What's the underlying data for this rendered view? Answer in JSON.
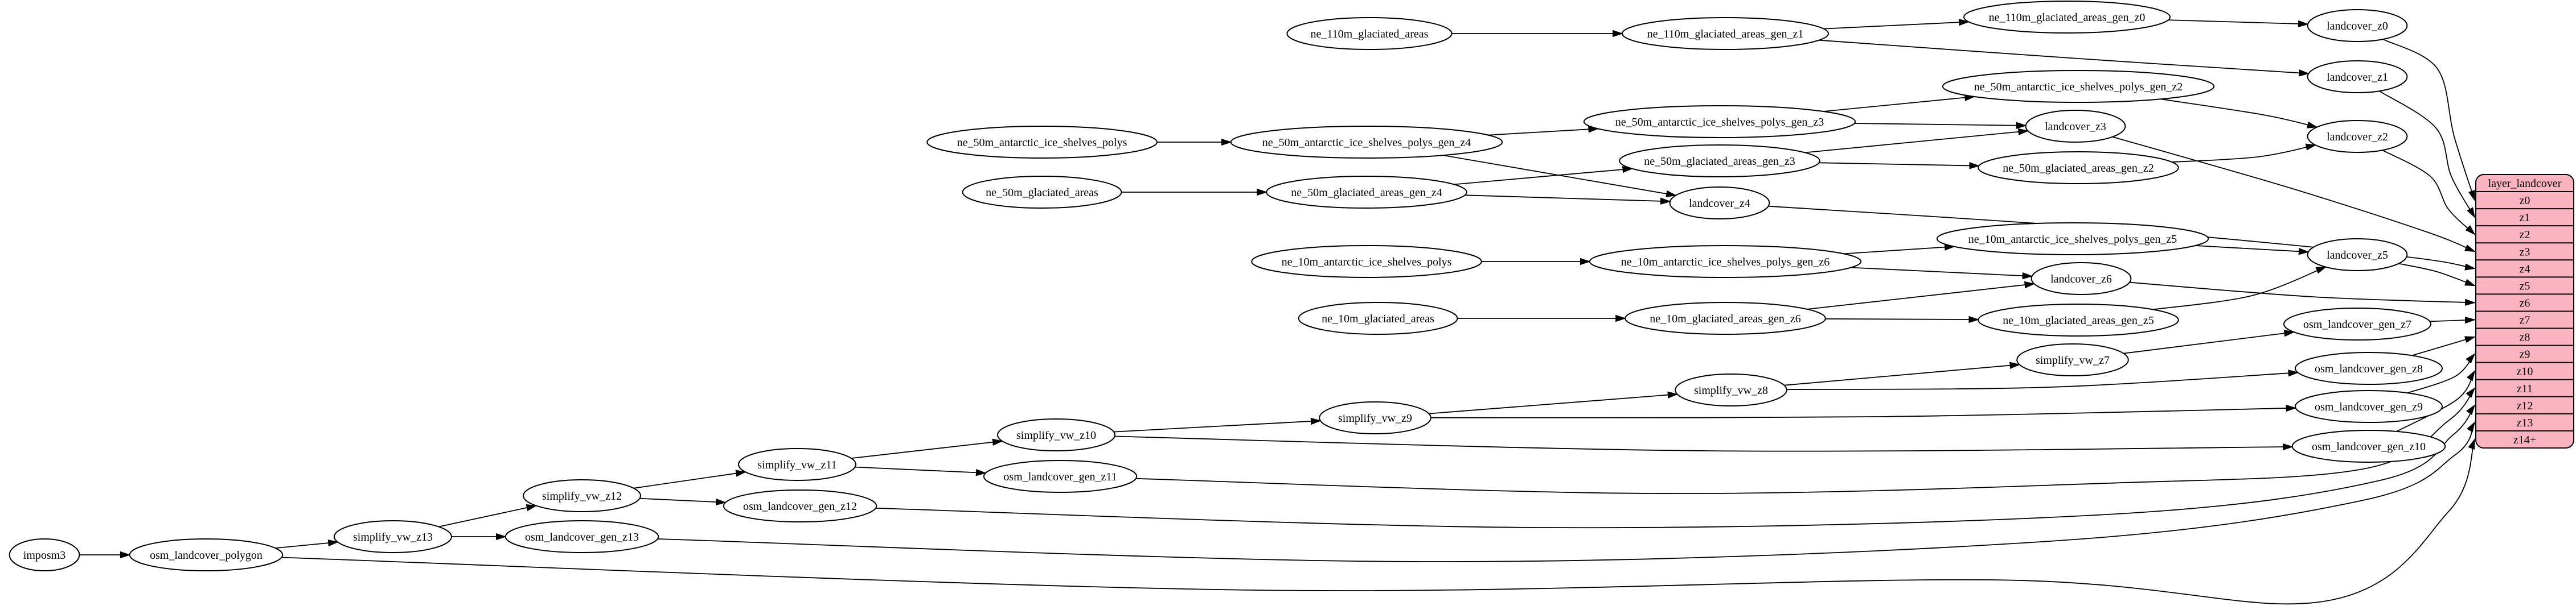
{
  "diagram": {
    "background": "#ffffff",
    "colors": {
      "node_fill": "#ffffff",
      "node_stroke": "#000000",
      "edge": "#000000",
      "table_fill": "#fab4c1",
      "table_stroke": "#000000",
      "text": "#000000"
    },
    "nodes": [
      {
        "id": "imposm3",
        "label": "imposm3"
      },
      {
        "id": "osm_landcover_polygon",
        "label": "osm_landcover_polygon"
      },
      {
        "id": "simplify_vw_z13",
        "label": "simplify_vw_z13"
      },
      {
        "id": "osm_landcover_gen_z13",
        "label": "osm_landcover_gen_z13"
      },
      {
        "id": "simplify_vw_z12",
        "label": "simplify_vw_z12"
      },
      {
        "id": "osm_landcover_gen_z12",
        "label": "osm_landcover_gen_z12"
      },
      {
        "id": "simplify_vw_z11",
        "label": "simplify_vw_z11"
      },
      {
        "id": "osm_landcover_gen_z11",
        "label": "osm_landcover_gen_z11"
      },
      {
        "id": "simplify_vw_z10",
        "label": "simplify_vw_z10"
      },
      {
        "id": "simplify_vw_z9",
        "label": "simplify_vw_z9"
      },
      {
        "id": "simplify_vw_z8",
        "label": "simplify_vw_z8"
      },
      {
        "id": "simplify_vw_z7",
        "label": "simplify_vw_z7"
      },
      {
        "id": "osm_landcover_gen_z7",
        "label": "osm_landcover_gen_z7"
      },
      {
        "id": "osm_landcover_gen_z8",
        "label": "osm_landcover_gen_z8"
      },
      {
        "id": "osm_landcover_gen_z9",
        "label": "osm_landcover_gen_z9"
      },
      {
        "id": "osm_landcover_gen_z10",
        "label": "osm_landcover_gen_z10"
      },
      {
        "id": "ne_110m_glaciated_areas",
        "label": "ne_110m_glaciated_areas"
      },
      {
        "id": "ne_110m_glaciated_areas_gen_z1",
        "label": "ne_110m_glaciated_areas_gen_z1"
      },
      {
        "id": "ne_110m_glaciated_areas_gen_z0",
        "label": "ne_110m_glaciated_areas_gen_z0"
      },
      {
        "id": "landcover_z0",
        "label": "landcover_z0"
      },
      {
        "id": "landcover_z1",
        "label": "landcover_z1"
      },
      {
        "id": "landcover_z2",
        "label": "landcover_z2"
      },
      {
        "id": "landcover_z3",
        "label": "landcover_z3"
      },
      {
        "id": "landcover_z4",
        "label": "landcover_z4"
      },
      {
        "id": "landcover_z5",
        "label": "landcover_z5"
      },
      {
        "id": "landcover_z6",
        "label": "landcover_z6"
      },
      {
        "id": "ne_50m_antarctic_ice_shelves_polys",
        "label": "ne_50m_antarctic_ice_shelves_polys"
      },
      {
        "id": "ne_50m_antarctic_ice_shelves_polys_gen_z4",
        "label": "ne_50m_antarctic_ice_shelves_polys_gen_z4"
      },
      {
        "id": "ne_50m_antarctic_ice_shelves_polys_gen_z3",
        "label": "ne_50m_antarctic_ice_shelves_polys_gen_z3"
      },
      {
        "id": "ne_50m_antarctic_ice_shelves_polys_gen_z2",
        "label": "ne_50m_antarctic_ice_shelves_polys_gen_z2"
      },
      {
        "id": "ne_50m_glaciated_areas",
        "label": "ne_50m_glaciated_areas"
      },
      {
        "id": "ne_50m_glaciated_areas_gen_z4",
        "label": "ne_50m_glaciated_areas_gen_z4"
      },
      {
        "id": "ne_50m_glaciated_areas_gen_z3",
        "label": "ne_50m_glaciated_areas_gen_z3"
      },
      {
        "id": "ne_50m_glaciated_areas_gen_z2",
        "label": "ne_50m_glaciated_areas_gen_z2"
      },
      {
        "id": "ne_10m_antarctic_ice_shelves_polys",
        "label": "ne_10m_antarctic_ice_shelves_polys"
      },
      {
        "id": "ne_10m_antarctic_ice_shelves_polys_gen_z6",
        "label": "ne_10m_antarctic_ice_shelves_polys_gen_z6"
      },
      {
        "id": "ne_10m_antarctic_ice_shelves_polys_gen_z5",
        "label": "ne_10m_antarctic_ice_shelves_polys_gen_z5"
      },
      {
        "id": "ne_10m_glaciated_areas",
        "label": "ne_10m_glaciated_areas"
      },
      {
        "id": "ne_10m_glaciated_areas_gen_z6",
        "label": "ne_10m_glaciated_areas_gen_z6"
      },
      {
        "id": "ne_10m_glaciated_areas_gen_z5",
        "label": "ne_10m_glaciated_areas_gen_z5"
      }
    ],
    "edges": [
      {
        "from": "ne_110m_glaciated_areas",
        "to": "ne_110m_glaciated_areas_gen_z1"
      },
      {
        "from": "ne_110m_glaciated_areas_gen_z1",
        "to": "ne_110m_glaciated_areas_gen_z0"
      },
      {
        "from": "ne_110m_glaciated_areas_gen_z1",
        "to": "landcover_z1"
      },
      {
        "from": "ne_110m_glaciated_areas_gen_z0",
        "to": "landcover_z0"
      },
      {
        "from": "landcover_z0",
        "to": "row:z0"
      },
      {
        "from": "landcover_z1",
        "to": "row:z1"
      },
      {
        "from": "ne_50m_antarctic_ice_shelves_polys",
        "to": "ne_50m_antarctic_ice_shelves_polys_gen_z4"
      },
      {
        "from": "ne_50m_antarctic_ice_shelves_polys_gen_z4",
        "to": "ne_50m_antarctic_ice_shelves_polys_gen_z3"
      },
      {
        "from": "ne_50m_antarctic_ice_shelves_polys_gen_z3",
        "to": "ne_50m_antarctic_ice_shelves_polys_gen_z2"
      },
      {
        "from": "ne_50m_antarctic_ice_shelves_polys_gen_z4",
        "to": "landcover_z4"
      },
      {
        "from": "ne_50m_antarctic_ice_shelves_polys_gen_z3",
        "to": "landcover_z3"
      },
      {
        "from": "ne_50m_antarctic_ice_shelves_polys_gen_z2",
        "to": "landcover_z2"
      },
      {
        "from": "ne_50m_glaciated_areas",
        "to": "ne_50m_glaciated_areas_gen_z4"
      },
      {
        "from": "ne_50m_glaciated_areas_gen_z4",
        "to": "ne_50m_glaciated_areas_gen_z3"
      },
      {
        "from": "ne_50m_glaciated_areas_gen_z3",
        "to": "ne_50m_glaciated_areas_gen_z2"
      },
      {
        "from": "ne_50m_glaciated_areas_gen_z4",
        "to": "landcover_z4"
      },
      {
        "from": "ne_50m_glaciated_areas_gen_z3",
        "to": "landcover_z3"
      },
      {
        "from": "ne_50m_glaciated_areas_gen_z2",
        "to": "landcover_z2"
      },
      {
        "from": "landcover_z2",
        "to": "row:z2"
      },
      {
        "from": "landcover_z3",
        "to": "row:z3"
      },
      {
        "from": "landcover_z4",
        "to": "row:z4"
      },
      {
        "from": "ne_10m_antarctic_ice_shelves_polys",
        "to": "ne_10m_antarctic_ice_shelves_polys_gen_z6"
      },
      {
        "from": "ne_10m_antarctic_ice_shelves_polys_gen_z6",
        "to": "ne_10m_antarctic_ice_shelves_polys_gen_z5"
      },
      {
        "from": "ne_10m_antarctic_ice_shelves_polys_gen_z6",
        "to": "landcover_z6"
      },
      {
        "from": "ne_10m_antarctic_ice_shelves_polys_gen_z5",
        "to": "landcover_z5"
      },
      {
        "from": "ne_10m_glaciated_areas",
        "to": "ne_10m_glaciated_areas_gen_z6"
      },
      {
        "from": "ne_10m_glaciated_areas_gen_z6",
        "to": "ne_10m_glaciated_areas_gen_z5"
      },
      {
        "from": "ne_10m_glaciated_areas_gen_z6",
        "to": "landcover_z6"
      },
      {
        "from": "ne_10m_glaciated_areas_gen_z5",
        "to": "landcover_z5"
      },
      {
        "from": "landcover_z5",
        "to": "row:z5"
      },
      {
        "from": "landcover_z6",
        "to": "row:z6"
      },
      {
        "from": "imposm3",
        "to": "osm_landcover_polygon"
      },
      {
        "from": "osm_landcover_polygon",
        "to": "simplify_vw_z13"
      },
      {
        "from": "osm_landcover_polygon",
        "to": "row:z14+"
      },
      {
        "from": "simplify_vw_z13",
        "to": "osm_landcover_gen_z13"
      },
      {
        "from": "simplify_vw_z13",
        "to": "simplify_vw_z12"
      },
      {
        "from": "simplify_vw_z12",
        "to": "osm_landcover_gen_z12"
      },
      {
        "from": "simplify_vw_z12",
        "to": "simplify_vw_z11"
      },
      {
        "from": "simplify_vw_z11",
        "to": "osm_landcover_gen_z11"
      },
      {
        "from": "simplify_vw_z11",
        "to": "simplify_vw_z10"
      },
      {
        "from": "simplify_vw_z10",
        "to": "osm_landcover_gen_z10"
      },
      {
        "from": "simplify_vw_z10",
        "to": "simplify_vw_z9"
      },
      {
        "from": "simplify_vw_z9",
        "to": "osm_landcover_gen_z9"
      },
      {
        "from": "simplify_vw_z9",
        "to": "simplify_vw_z8"
      },
      {
        "from": "simplify_vw_z8",
        "to": "osm_landcover_gen_z8"
      },
      {
        "from": "simplify_vw_z8",
        "to": "simplify_vw_z7"
      },
      {
        "from": "simplify_vw_z7",
        "to": "osm_landcover_gen_z7"
      },
      {
        "from": "osm_landcover_gen_z7",
        "to": "row:z7"
      },
      {
        "from": "osm_landcover_gen_z8",
        "to": "row:z8"
      },
      {
        "from": "osm_landcover_gen_z9",
        "to": "row:z9"
      },
      {
        "from": "osm_landcover_gen_z10",
        "to": "row:z10"
      },
      {
        "from": "osm_landcover_gen_z11",
        "to": "row:z11"
      },
      {
        "from": "osm_landcover_gen_z12",
        "to": "row:z12"
      },
      {
        "from": "osm_landcover_gen_z13",
        "to": "row:z13"
      }
    ],
    "table": {
      "id": "layer_landcover",
      "title": "layer_landcover",
      "rows": [
        "z0",
        "z1",
        "z2",
        "z3",
        "z4",
        "z5",
        "z6",
        "z7",
        "z8",
        "z9",
        "z10",
        "z11",
        "z12",
        "z13",
        "z14+"
      ]
    }
  }
}
